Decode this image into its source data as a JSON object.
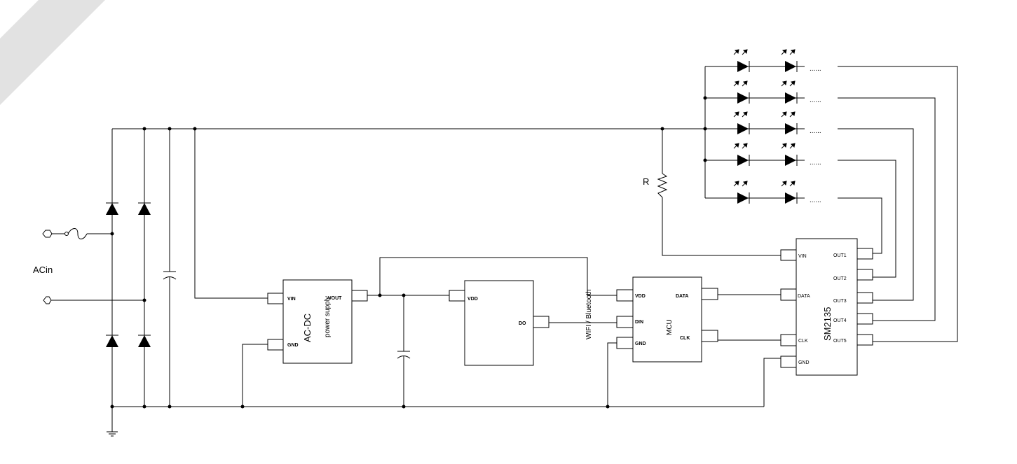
{
  "labels": {
    "acin": "ACin",
    "resistor": "R",
    "wireless": "WIFI / Bluetooth",
    "continuation": "......"
  },
  "acdc": {
    "name": "AC-DC",
    "subtitle": "power supply",
    "pins": {
      "vin": "VIN",
      "vout": "VOUT",
      "gnd": "GND"
    }
  },
  "wifi_module": {
    "pins": {
      "vdd": "VDD",
      "do": "DO"
    }
  },
  "mcu": {
    "name": "MCU",
    "pins": {
      "vdd": "VDD",
      "din": "DIN",
      "gnd": "GND",
      "data": "DATA",
      "clk": "CLK"
    }
  },
  "driver": {
    "name": "SM2135",
    "pins": {
      "vin": "VIN",
      "data": "DATA",
      "clk": "CLK",
      "gnd": "GND",
      "out1": "OUT1",
      "out2": "OUT2",
      "out3": "OUT3",
      "out4": "OUT4",
      "out5": "OUT5"
    }
  },
  "colors": {
    "line": "#000000",
    "background": "#ffffff",
    "watermark": "#dcdcdc"
  }
}
